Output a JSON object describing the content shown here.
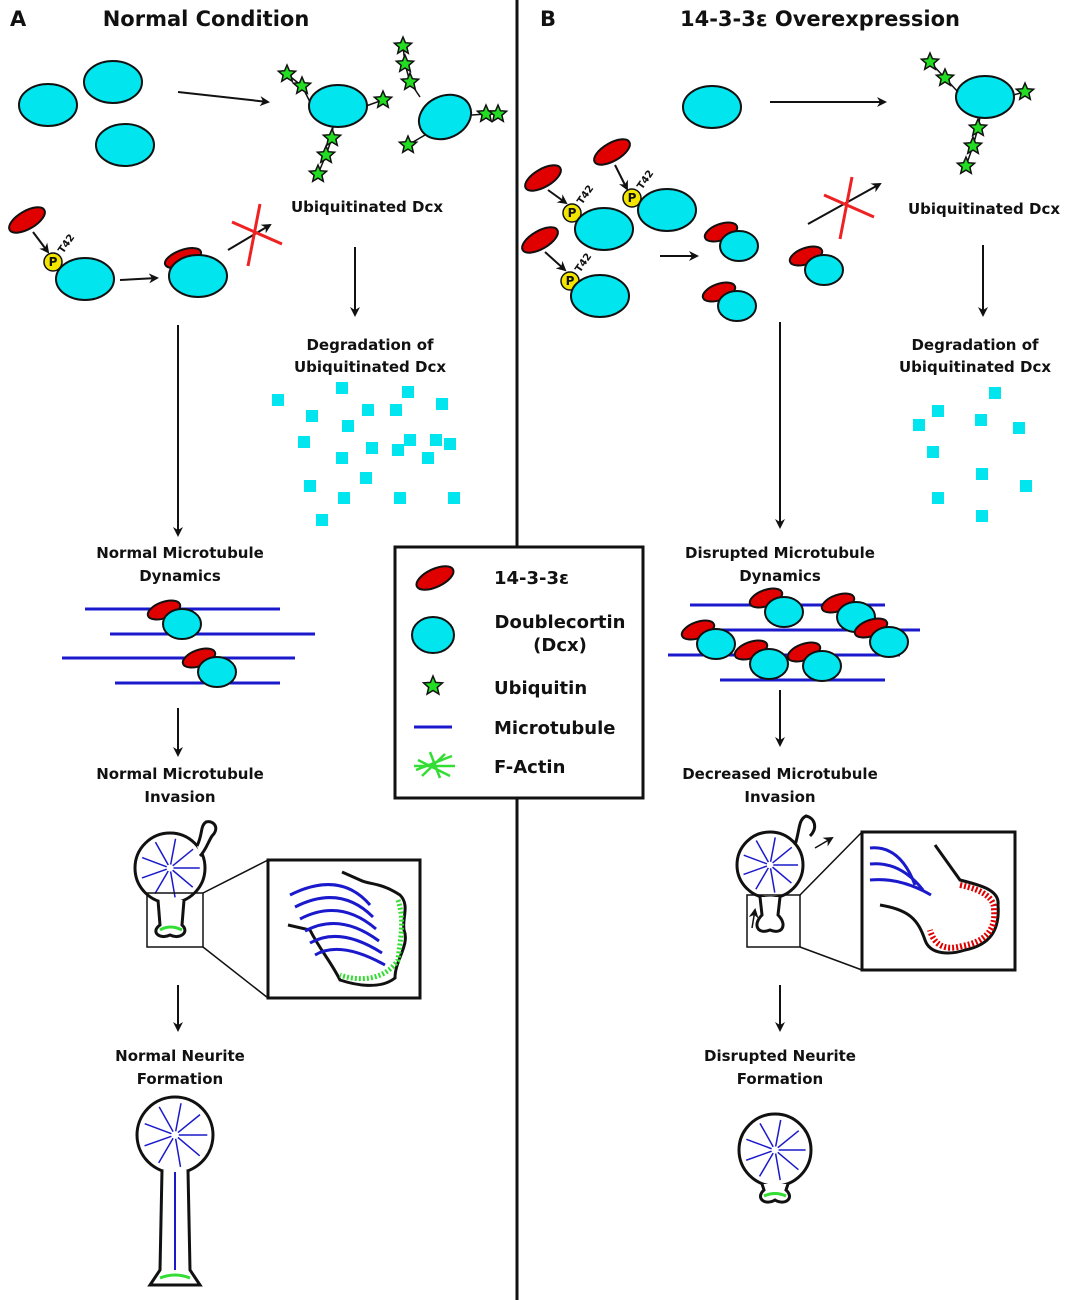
{
  "colors": {
    "dcx": "#00e5ee",
    "protein_1433": "#e00000",
    "ubiquitin": "#22dd22",
    "microtubule": "#1a1acc",
    "f_actin": "#33dd33",
    "phospho": "#f2e600",
    "block": "#ee2222"
  },
  "panel_a": {
    "letter": "A",
    "title": "Normal Condition",
    "phospho_label": "P",
    "site_label": "T42",
    "ubiquitinated": "Ubiquitinated Dcx",
    "degradation": [
      "Degradation of",
      "Ubiquitinated Dcx"
    ],
    "dynamics": [
      "Normal Microtubule",
      "Dynamics"
    ],
    "invasion": [
      "Normal Microtubule",
      "Invasion"
    ],
    "neurite": [
      "Normal Neurite",
      "Formation"
    ]
  },
  "panel_b": {
    "letter": "B",
    "title": "14-3-3ε Overexpression",
    "phospho_label": "P",
    "site_label": "T42",
    "ubiquitinated": "Ubiquitinated Dcx",
    "degradation": [
      "Degradation of",
      "Ubiquitinated Dcx"
    ],
    "dynamics": [
      "Disrupted Microtubule",
      "Dynamics"
    ],
    "invasion": [
      "Decreased Microtubule",
      "Invasion"
    ],
    "neurite": [
      "Disrupted Neurite",
      "Formation"
    ]
  },
  "legend": {
    "items": [
      {
        "icon": "14-3-3-epsilon-icon",
        "label": "14-3-3ε"
      },
      {
        "icon": "doublecortin-icon",
        "label": "Doublecortin",
        "sublabel": "(Dcx)"
      },
      {
        "icon": "ubiquitin-icon",
        "label": "Ubiquitin"
      },
      {
        "icon": "microtubule-icon",
        "label": "Microtubule"
      },
      {
        "icon": "f-actin-icon",
        "label": "F-Actin"
      }
    ]
  }
}
